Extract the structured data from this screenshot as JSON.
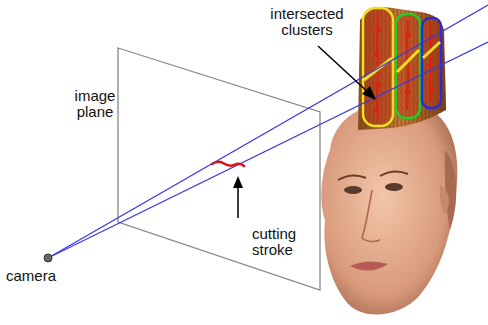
{
  "diagram": {
    "labels": [
      "intersected clusters",
      "image plane",
      "cutting stroke",
      "camera"
    ]
  }
}
